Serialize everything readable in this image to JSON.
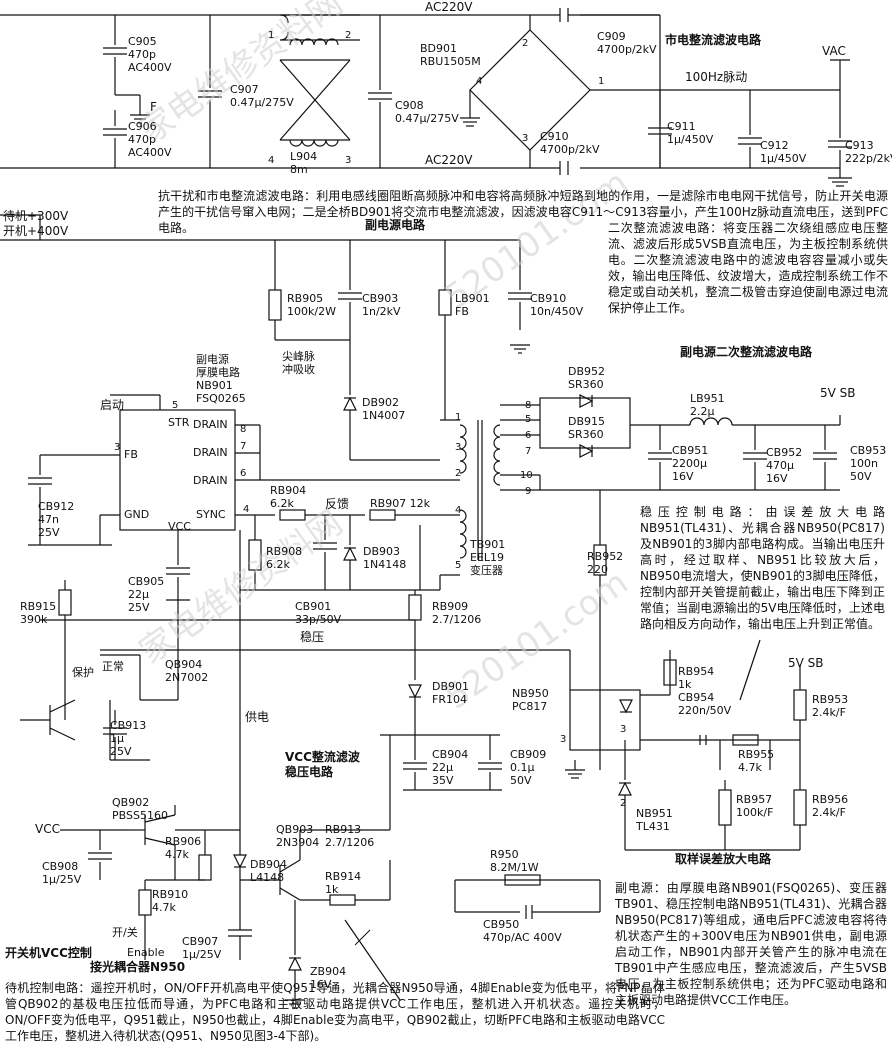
{
  "titles": {
    "mains_filter": "市电整流滤波电路",
    "aux_power": "副电源电路",
    "aux_secondary": "副电源二次整流滤波电路",
    "vcc_filter": "VCC整流滤波\n稳压电路",
    "sampling_amp": "取样误差放大电路",
    "standby_vcc": "开关机VCC控制",
    "enable_coupler": "接光耦合器N950"
  },
  "labels": {
    "ac220_top": "AC220V",
    "ac220_bottom": "AC220V",
    "vac": "VAC",
    "pulse": "100Hz脉动",
    "standby_300": "待机+300V",
    "on_400": "开机+400V",
    "f": "F",
    "startup": "启动",
    "feedback": "反馈",
    "regulate": "稳压",
    "supply": "供电",
    "protect": "保护",
    "normal": "正常",
    "five_sb": "5V SB",
    "five_sb2": "5V SB",
    "vcc": "VCC",
    "enable": "Enable",
    "on_off": "开/关",
    "spike": "尖峰脉\n冲吸收",
    "thick_film": "副电源\n厚膜电路\nNB901\nFSQ0265",
    "tb901": "TB901\nEEL19\n变压器"
  },
  "components": {
    "c905": "C905\n470p\nAC400V",
    "c906": "C906\n470p\nAC400V",
    "c907": "C907\n0.47μ/275V",
    "c908": "C908\n0.47μ/275V",
    "l904": "L904\n8m",
    "bd901": "BD901\nRBU1505M",
    "c909": "C909\n4700p/2kV",
    "c910": "C910\n4700p/2kV",
    "c911": "C911\n1μ/450V",
    "c912": "C912\n1μ/450V",
    "c913": "C913\n222p/2kV",
    "rb905": "RB905\n100k/2W",
    "cb903": "CB903\n1n/2kV",
    "lb901": "LB901\nFB",
    "cb910": "CB910\n10n/450V",
    "db902": "DB902\n1N4007",
    "db952": "DB952\nSR360",
    "db915": "DB915\nSR360",
    "lb951": "LB951\n2.2μ",
    "cb951": "CB951\n2200μ\n16V",
    "cb952": "CB952\n470μ\n16V",
    "cb953": "CB953\n100n\n50V",
    "cb912": "CB912\n47n\n25V",
    "rb904": "RB904\n6.2k",
    "rb907": "RB907 12k",
    "rb908": "RB908\n6.2k",
    "db903": "DB903\n1N4148",
    "cb901": "CB901\n33p/50V",
    "cb905": "CB905\n22μ\n25V",
    "rb915": "RB915\n390k",
    "qb904": "QB904\n2N7002",
    "cb913": "CB913\n1μ\n25V",
    "rb909": "RB909\n2.7/1206",
    "db901": "DB901\nFR104",
    "rb952": "RB952\n220",
    "rb954": "RB954\n1k",
    "cb954": "CB954\n220n/50V",
    "nb950": "NB950\nPC817",
    "rb953": "RB953\n2.4k/F",
    "rb955": "RB955\n4.7k",
    "cb904": "CB904\n22μ\n35V",
    "cb909": "CB909\n0.1μ\n50V",
    "nb951": "NB951\nTL431",
    "rb957": "RB957\n100k/F",
    "rb956": "RB956\n2.4k/F",
    "qb902": "QB902\nPBSS5160",
    "qb903": "QB903\n2N3904",
    "rb913": "RB913\n2.7/1206",
    "rb906": "RB906\n4.7k",
    "cb908": "CB908\n1μ/25V",
    "rb910": "RB910\n4.7k",
    "db904": "DB904\nL4148",
    "rb914": "RB914\n1k",
    "cb907": "CB907\n1μ/25V",
    "zb904": "ZB904\n16V",
    "r950": "R950\n8.2M/1W",
    "cb950": "CB950\n470p/AC 400V"
  },
  "ic_pins": {
    "str": "STR",
    "drain1": "DRAIN",
    "drain2": "DRAIN",
    "drain3": "DRAIN",
    "fb": "FB",
    "gnd": "GND",
    "vcc": "VCC",
    "sync": "SYNC"
  },
  "descriptions": {
    "emi": "抗干扰和市电整流滤波电路：利用电感线圈阻断高频脉冲和电容将高频脉冲短路到地的作用，一是滤除市电电网干扰信号，防止开关电源产生的干扰信号窜入电网；二是全桥BD901将交流市电整流滤波，因滤波电容C911～C913容量小，产生100Hz脉动直流电压，送到PFC电路。",
    "secondary": "二次整流滤波电路：将变压器二次绕组感应电压整流、滤波后形成5VSB直流电压，为主板控制系统供电。二次整流滤波电路中的滤波电容容量减小或失效，输出电压降低、纹波增大，造成控制系统工作不稳定或自动关机，整流二极管击穿迫使副电源过电流保护停止工作。",
    "regulation": "稳压控制电路：由误差放大电路NB951(TL431)、光耦合器NB950(PC817)及NB901的3脚内部电路构成。当输出电压升高时，经过取样、NB951比较放大后，NB950电流增大，使NB901的3脚电压降低，控制内部开关管提前截止，输出电压下降到正常值；当副电源输出的5V电压降低时，上述电路向相反方向动作，输出电压上升到正常值。",
    "aux": "副电源：由厚膜电路NB901(FSQ0265)、变压器TB901、稳压控制电路NB951(TL431)、光耦合器NB950(PC817)等组成，通电后PFC滤波电容将待机状态产生的+300V电压为NB901供电，副电源启动工作，NB901内部开关管产生的脉冲电流在TB901中产生感应电压，整流滤波后，产生5VSB电压，为主板控制系统供电；还为PFC驱动电路和主板驱动电路提供VCC工作电压。",
    "standby": "待机控制电路：遥控开机时，ON/OFF开机高电平使Q951导通，光耦合器N950导通，4脚Enable变为低电平，将PNP晶体管QB902的基极电压拉低而导通，为PFC电路和主板驱动电路提供VCC工作电压，整机进入开机状态。遥控关机时，ON/OFF变为低电平，Q951截止，N950也截止，4脚Enable变为高电平，QB902截止，切断PFC电路和主板驱动电路VCC工作电压，整机进入待机状态(Q951、N950见图3-4下部)。"
  },
  "watermark": "家电维修资料网",
  "watermark_url": "520101.com",
  "colors": {
    "line": "#111111",
    "watermark": "#c8c8c8"
  }
}
